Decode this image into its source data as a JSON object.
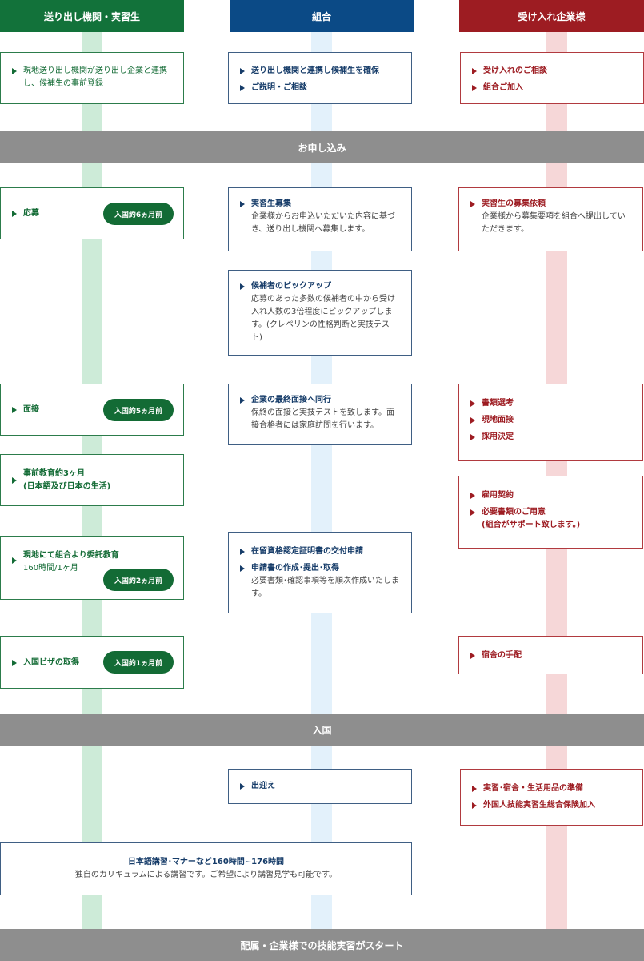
{
  "headers": {
    "sending": "送り出し機関・実習生",
    "union": "組合",
    "company": "受け入れ企業様"
  },
  "banners": {
    "application": "お申し込み",
    "entry": "入国",
    "start": "配属・企業様での技能実習がスタート"
  },
  "sending": {
    "registration": {
      "title": "現地送り出し機関が送り出し企業と連携し、候補生の事前登録"
    },
    "apply": {
      "title": "応募",
      "badge": "入国約6ヵ月前"
    },
    "interview": {
      "title": "面接",
      "badge": "入国約5ヵ月前"
    },
    "pre_education": {
      "title": "事前教育約3ヶ月\n(日本語及び日本の生活)"
    },
    "local_education": {
      "title": "現地にて組合より委託教育",
      "desc": "160時間/1ヶ月",
      "badge": "入国約2ヵ月前"
    },
    "visa": {
      "title": "入国ビザの取得",
      "badge": "入国約1ヵ月前"
    }
  },
  "union": {
    "first": {
      "item1": "送り出し機関と連携し候補生を確保",
      "item2": "ご説明・ご相談"
    },
    "recruit": {
      "title": "実習生募集",
      "desc": "企業様からお申込いただいた内容に基づき、送り出し機関へ募集します。"
    },
    "pickup": {
      "title": "候補者のピックアップ",
      "desc": "応募のあった多数の候補者の中から受け入れ人数の3倍程度にピックアップします。(クレペリンの性格判断と実技テスト)"
    },
    "final_interview": {
      "title": "企業の最終面接へ同行",
      "desc": "保終の面接と実技テストを致します。面接合格者には家庭訪問を行います。"
    },
    "residence": {
      "item1": "在留資格認定証明書の交付申請",
      "item2_title": "申請書の作成･提出･取得",
      "item2_desc": "必要書類･確認事項等を順次作成いたします。"
    },
    "pickup_arrival": {
      "title": "出迎え"
    }
  },
  "company": {
    "first": {
      "item1": "受け入れのご相談",
      "item2": "組合ご加入"
    },
    "recruit_request": {
      "title": "実習生の募集依頼",
      "desc": "企業様から募集要項を組合へ提出していただきます。"
    },
    "selection": {
      "item1": "書類選考",
      "item2": "現地面接",
      "item3": "採用決定"
    },
    "contract": {
      "item1": "雇用契約",
      "item2": "必要書類のご用意\n(組合がサポート致します。)"
    },
    "dorm": {
      "title": "宿舎の手配"
    },
    "prep": {
      "item1": "実習･宿舎・生活用品の準備",
      "item2": "外国人技能実習生総合保険加入"
    }
  },
  "training": {
    "title": "日本語講習･マナーなど160時間~176時間",
    "desc": "独自のカリキュラムによる講習です。ご希望により講習見学も可能です。"
  },
  "colors": {
    "green": "#12723a",
    "blue": "#0b4a86",
    "red": "#9d1c22",
    "gray": "#8e8e8e"
  }
}
